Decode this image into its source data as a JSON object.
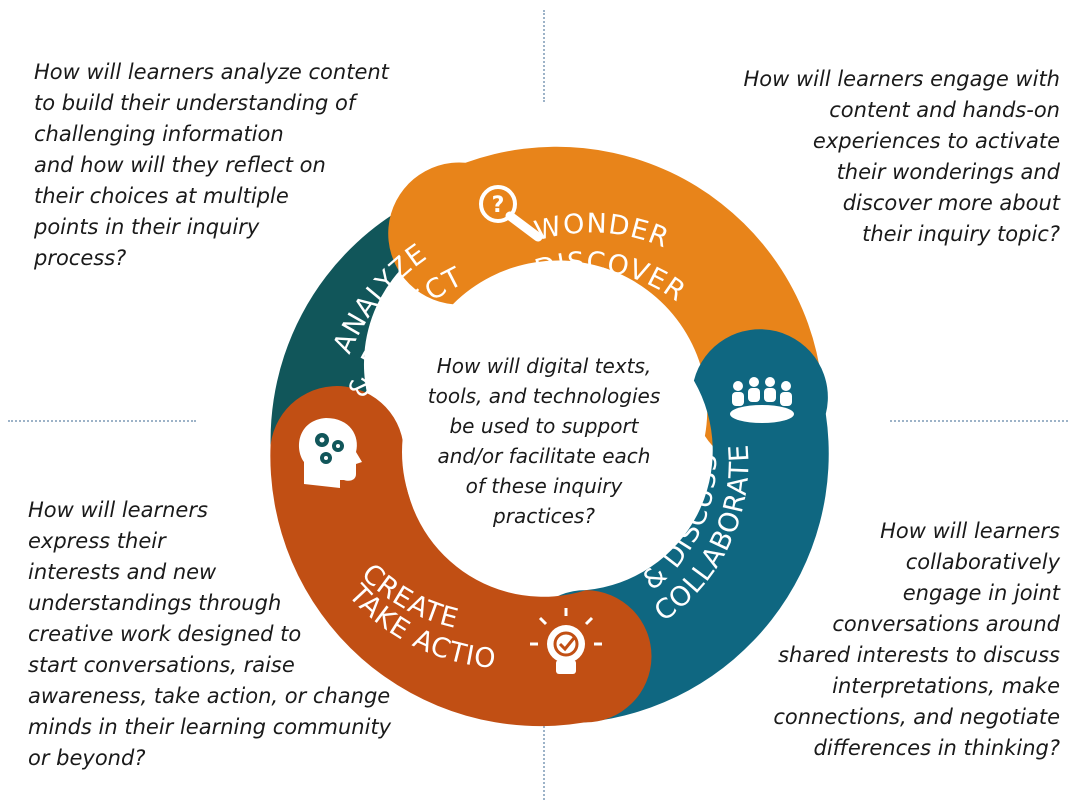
{
  "colors": {
    "wonder": "#e8841a",
    "collaborate": "#0f6781",
    "create": "#c14f14",
    "analyze": "#11565a",
    "divider": "#9db3c8"
  },
  "segments": {
    "wonder": {
      "line1": "WONDER",
      "line2": "& DISCOVER",
      "icon": "magnifier-question-icon"
    },
    "collaborate": {
      "line1": "COLLABORATE",
      "line2": "& DISCUSS",
      "icon": "meeting-table-icon"
    },
    "create": {
      "line1": "CREATE",
      "line2": "& TAKE ACTION",
      "icon": "lightbulb-icon"
    },
    "analyze": {
      "line1": "ANALYZE",
      "line2": "& REFLECT",
      "icon": "head-gears-icon"
    }
  },
  "questions": {
    "top_left": "How will learners analyze content\nto build their understanding of\nchallenging information\nand how will they reflect on\ntheir choices at multiple\npoints in their inquiry\nprocess?",
    "top_right": "How will learners engage with\ncontent and hands-on\nexperiences to activate\ntheir wonderings and\ndiscover more about\ntheir inquiry topic?",
    "bottom_left": "How will learners\nexpress their\ninterests and new\nunderstandings through\ncreative work designed to\nstart conversations, raise\nawareness, take action, or change\nminds in their learning community\nor beyond?",
    "bottom_right": "How will learners\ncollaboratively\nengage in joint\nconversations around\nshared interests to discuss\ninterpretations, make\nconnections, and negotiate\ndifferences in thinking?",
    "center": "How will digital texts,\ntools, and technologies\nbe used to support\nand/or facilitate each\nof these inquiry\npractices?"
  }
}
